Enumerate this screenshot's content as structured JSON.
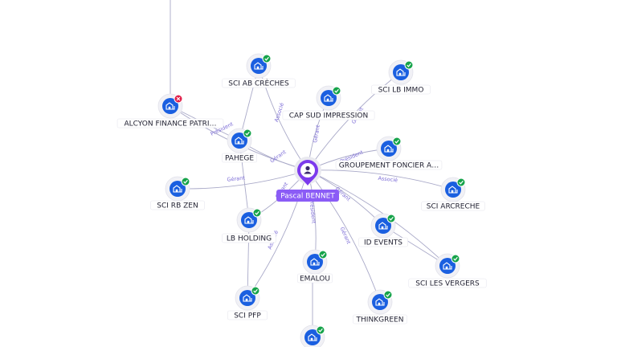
{
  "colors": {
    "node_fill": "#1a5fe0",
    "ok_badge": "#16a34a",
    "error_badge": "#e11d48",
    "center": "#7c3aed",
    "edge": "#a9a9c8",
    "edge_label": "#7b6bd6"
  },
  "center": {
    "name": "Pascal BENNET",
    "icon": "person-icon"
  },
  "edge_labels": {
    "associe": "Associé",
    "gerant": "Gérant",
    "president": "Président"
  },
  "nodes": [
    {
      "id": "sci-ab-creches",
      "label": "SCI AB CRÈCHES",
      "status": "ok",
      "icon": "building-icon"
    },
    {
      "id": "alcyon-finance",
      "label": "ALCYON FINANCE PATRI…",
      "status": "error",
      "icon": "building-icon"
    },
    {
      "id": "cap-sud-impression",
      "label": "CAP SUD IMPRESSION",
      "status": "ok",
      "icon": "building-icon"
    },
    {
      "id": "sci-lb-immo",
      "label": "SCI LB IMMO",
      "status": "ok",
      "icon": "building-icon"
    },
    {
      "id": "pahege",
      "label": "PAHEGE",
      "status": "ok",
      "icon": "building-icon"
    },
    {
      "id": "groupement-foncier",
      "label": "GROUPEMENT FONCIER A…",
      "status": "ok",
      "icon": "building-icon"
    },
    {
      "id": "sci-rb-zen",
      "label": "SCI RB ZEN",
      "status": "ok",
      "icon": "building-icon"
    },
    {
      "id": "sci-arcreche",
      "label": "SCI ARCRECHE",
      "status": "ok",
      "icon": "building-icon"
    },
    {
      "id": "lb-holding",
      "label": "LB HOLDING",
      "status": "ok",
      "icon": "building-icon"
    },
    {
      "id": "id-events",
      "label": "ID EVENTS",
      "status": "ok",
      "icon": "building-icon"
    },
    {
      "id": "sci-les-vergers",
      "label": "SCI LES VERGERS",
      "status": "ok",
      "icon": "building-icon"
    },
    {
      "id": "emalou",
      "label": "EMALOU",
      "status": "ok",
      "icon": "building-icon"
    },
    {
      "id": "sci-pfp",
      "label": "SCI PFP",
      "status": "ok",
      "icon": "building-icon"
    },
    {
      "id": "thinkgreen",
      "label": "THINKGREEN",
      "status": "ok",
      "icon": "building-icon"
    },
    {
      "id": "bottom-node",
      "label": "",
      "status": "ok",
      "icon": "building-icon"
    }
  ]
}
